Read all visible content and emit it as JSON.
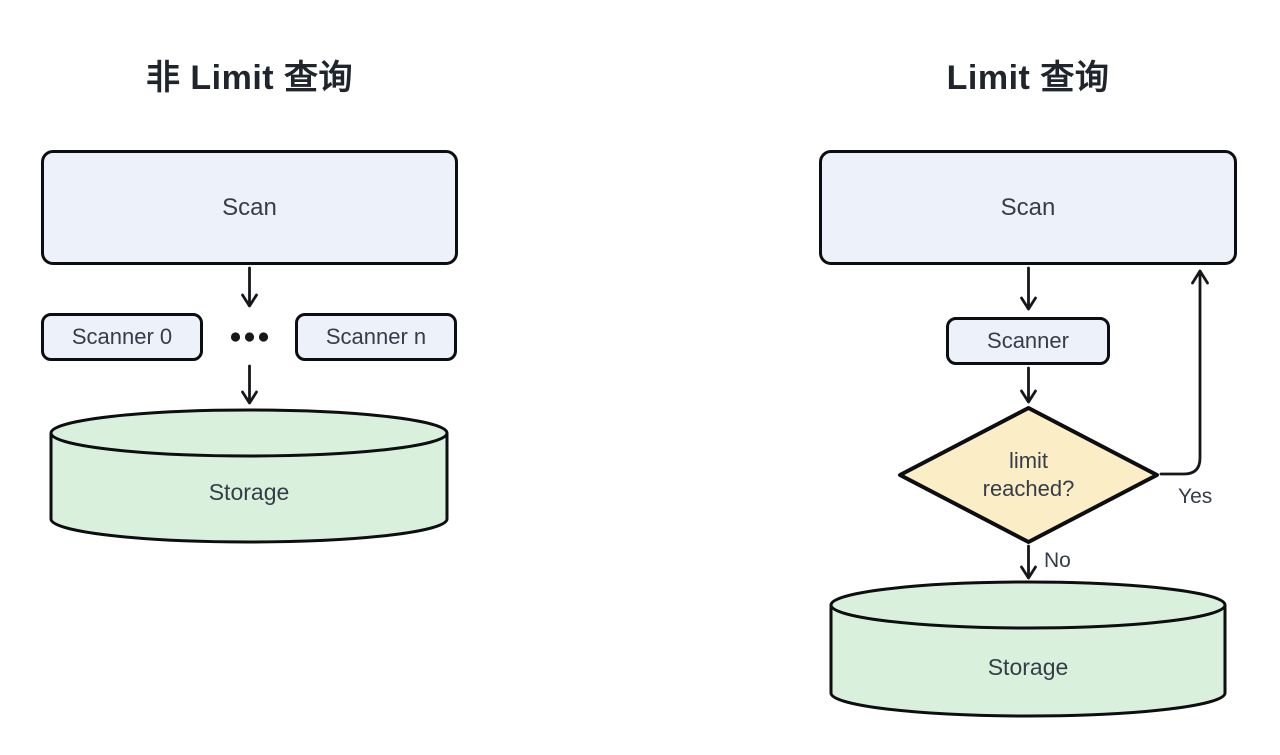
{
  "left_diagram": {
    "title": "非 Limit 查询",
    "scan_label": "Scan",
    "scanner0_label": "Scanner 0",
    "scannern_label": "Scanner n",
    "storage_label": "Storage"
  },
  "right_diagram": {
    "title": "Limit 查询",
    "scan_label": "Scan",
    "scanner_label": "Scanner",
    "decision_line1": "limit",
    "decision_line2": "reached?",
    "yes_label": "Yes",
    "no_label": "No",
    "storage_label": "Storage"
  },
  "colors": {
    "node_fill": "#edf1fa",
    "storage_fill": "#d9f0dc",
    "decision_fill": "#fbedc6",
    "stroke": "#0d0e11",
    "arrow": "#15171b",
    "text": "#363d49",
    "title_text": "#20242d"
  }
}
